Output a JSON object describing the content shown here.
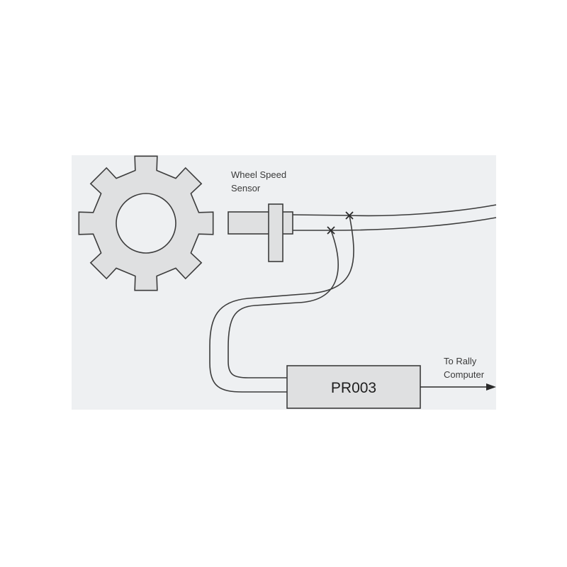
{
  "colors": {
    "panel": "#eef0f2",
    "part_fill": "#dfe0e1",
    "stroke": "#3c3c3c",
    "text": "#3a3a3a"
  },
  "labels": {
    "sensor_line1": "Wheel Speed",
    "sensor_line2": "Sensor",
    "module": "PR003",
    "output_line1": "To Rally",
    "output_line2": "Computer"
  },
  "icons": {
    "gear": "gear-icon",
    "sensor": "wheel-speed-sensor",
    "splice": "splice-cross-mark",
    "output": "arrow-right-icon"
  }
}
